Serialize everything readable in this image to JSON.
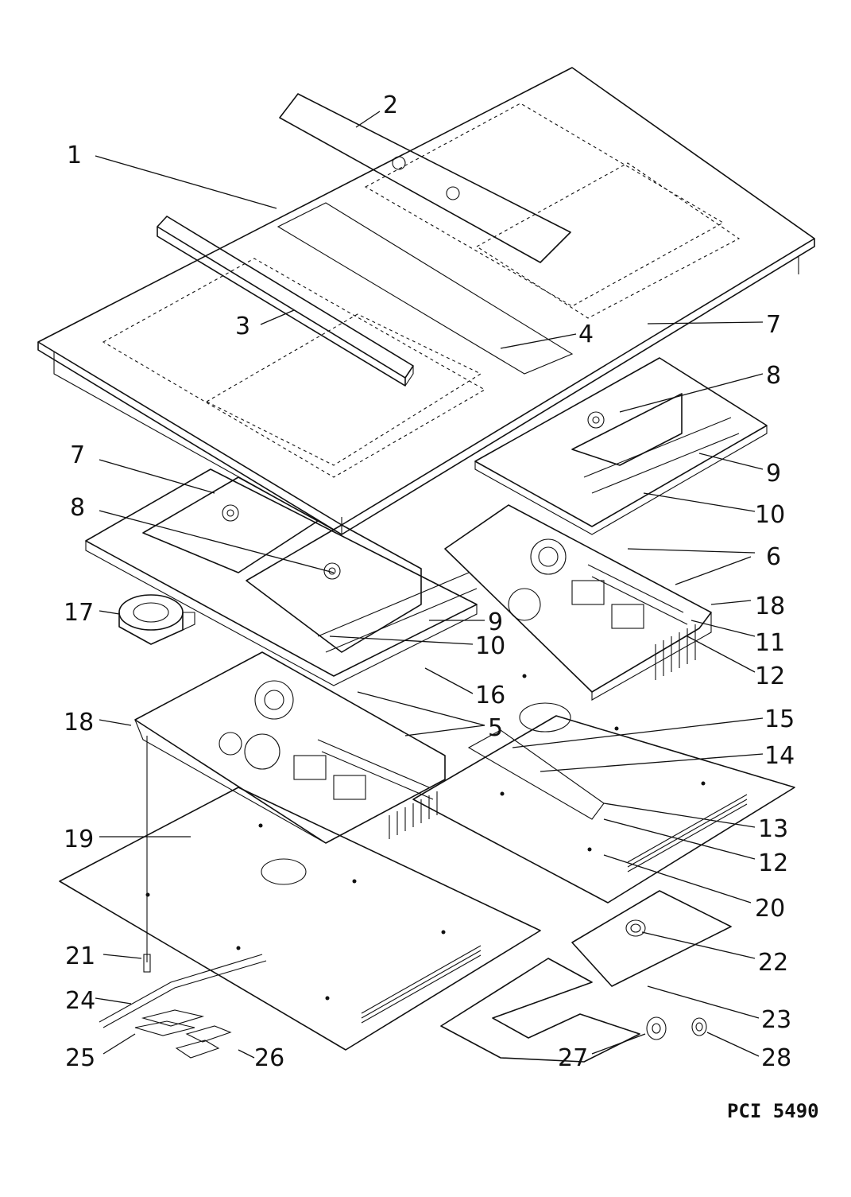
{
  "diagram": {
    "code": "PCI 5490",
    "callouts": [
      {
        "id": "1",
        "text": "1"
      },
      {
        "id": "2",
        "text": "2"
      },
      {
        "id": "3",
        "text": "3"
      },
      {
        "id": "4",
        "text": "4"
      },
      {
        "id": "7a",
        "text": "7"
      },
      {
        "id": "8a",
        "text": "8"
      },
      {
        "id": "9a",
        "text": "9"
      },
      {
        "id": "10a",
        "text": "10"
      },
      {
        "id": "7b",
        "text": "7"
      },
      {
        "id": "8b",
        "text": "8"
      },
      {
        "id": "6",
        "text": "6"
      },
      {
        "id": "18a",
        "text": "18"
      },
      {
        "id": "11",
        "text": "11"
      },
      {
        "id": "17",
        "text": "17"
      },
      {
        "id": "9b",
        "text": "9"
      },
      {
        "id": "12a",
        "text": "12"
      },
      {
        "id": "10b",
        "text": "10"
      },
      {
        "id": "16",
        "text": "16"
      },
      {
        "id": "18b",
        "text": "18"
      },
      {
        "id": "5",
        "text": "5"
      },
      {
        "id": "15",
        "text": "15"
      },
      {
        "id": "14",
        "text": "14"
      },
      {
        "id": "13",
        "text": "13"
      },
      {
        "id": "19",
        "text": "19"
      },
      {
        "id": "12b",
        "text": "12"
      },
      {
        "id": "20",
        "text": "20"
      },
      {
        "id": "21",
        "text": "21"
      },
      {
        "id": "22",
        "text": "22"
      },
      {
        "id": "24",
        "text": "24"
      },
      {
        "id": "23",
        "text": "23"
      },
      {
        "id": "25",
        "text": "25"
      },
      {
        "id": "26",
        "text": "26"
      },
      {
        "id": "27",
        "text": "27"
      },
      {
        "id": "28",
        "text": "28"
      }
    ]
  }
}
